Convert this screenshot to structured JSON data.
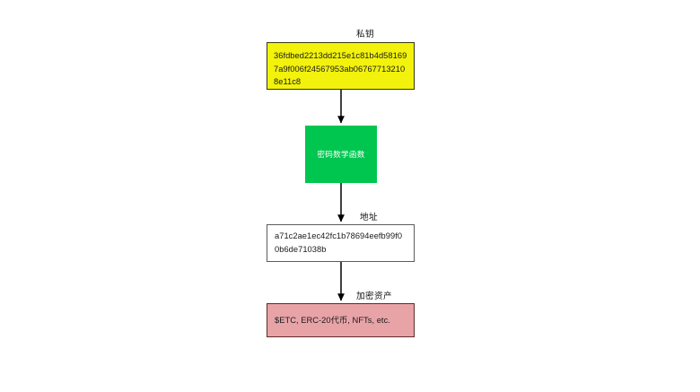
{
  "diagram": {
    "title_flow": "private key to crypto assets derivation flow",
    "background_color": "#ffffff",
    "nodes": [
      {
        "id": "private-key",
        "label_above": "私钥",
        "text": "36fdbed2213dd215e1c81b4d581697a9f006f24567953ab067677132108e11c8",
        "fill": "#f2f20c",
        "stroke": "#38380a",
        "text_color": "#1a1a1a"
      },
      {
        "id": "crypto-function",
        "label_above": "",
        "text": "密码数学函数",
        "fill": "#00c650",
        "stroke": "#00c650",
        "text_color": "#ffffff"
      },
      {
        "id": "address",
        "label_above": "地址",
        "text": "a71c2ae1ec42fc1b78694eefb99f00b6de71038b",
        "fill": "#ffffff",
        "stroke": "#5c5c5c",
        "text_color": "#1a1a1a"
      },
      {
        "id": "crypto-assets",
        "label_above": "加密资产",
        "text": "$ETC, ERC-20代币, NFTs, etc.",
        "fill": "#e8a3a7",
        "stroke": "#5e2b2e",
        "text_color": "#1a1a1a"
      }
    ],
    "edges": [
      {
        "id": "edge-key-to-function",
        "from": "private-key",
        "to": "crypto-function",
        "color": "#000000"
      },
      {
        "id": "edge-function-to-address",
        "from": "crypto-function",
        "to": "address",
        "color": "#000000"
      },
      {
        "id": "edge-address-to-assets",
        "from": "address",
        "to": "crypto-assets",
        "color": "#000000"
      }
    ]
  }
}
